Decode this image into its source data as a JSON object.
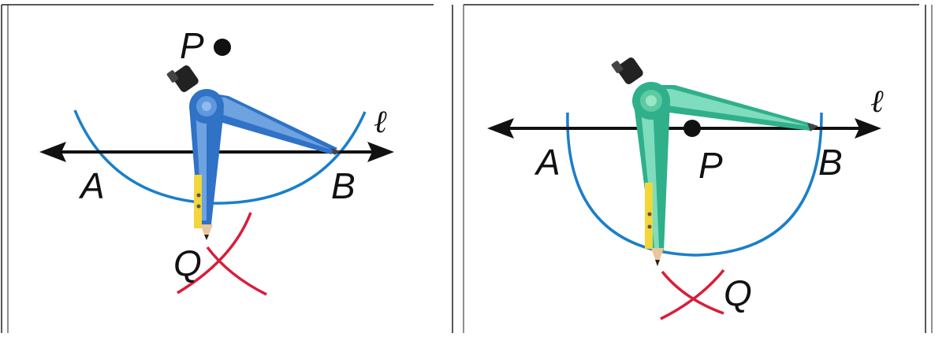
{
  "colors": {
    "arc": "#1a7fc9",
    "cross": "#d81e3a",
    "line": "#111111",
    "compass_left": "#2f72c6",
    "compass_right": "#2fb08a"
  },
  "panels": [
    {
      "id": "left",
      "labels": {
        "P": "P",
        "A": "A",
        "B": "B",
        "Q": "Q",
        "line": "ℓ"
      },
      "icons": [
        "compass-icon"
      ]
    },
    {
      "id": "right",
      "labels": {
        "P": "P",
        "A": "A",
        "B": "B",
        "Q": "Q",
        "line": "ℓ"
      },
      "icons": [
        "compass-icon"
      ]
    }
  ]
}
